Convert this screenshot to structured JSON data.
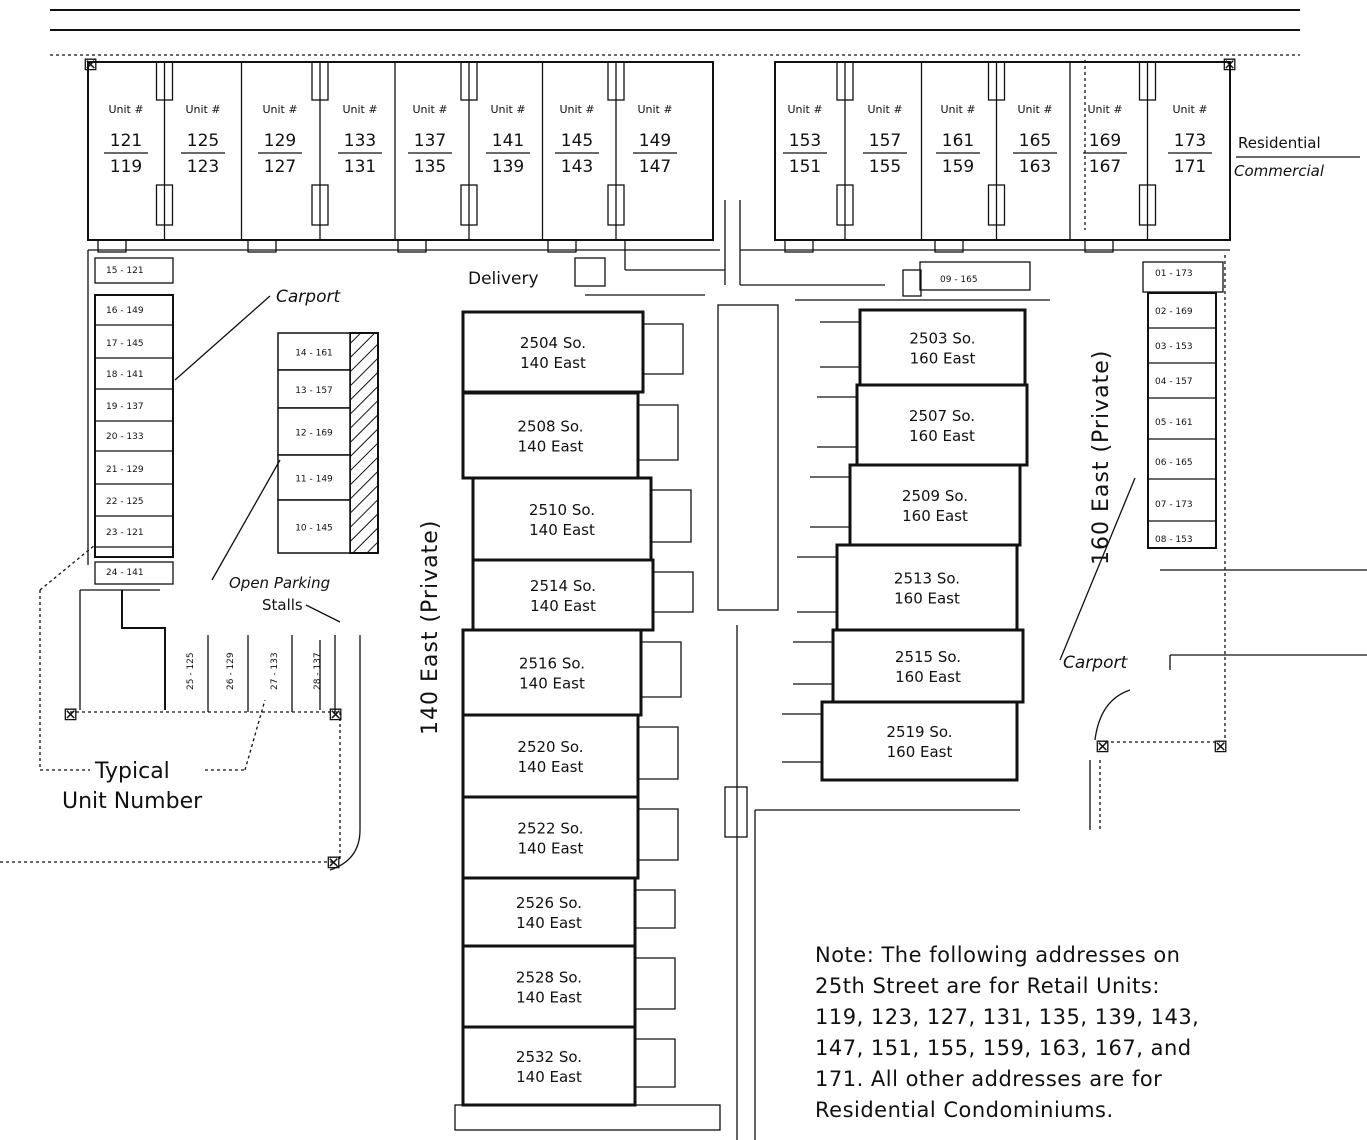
{
  "street_units": {
    "unit_label": "Unit #",
    "left_group": [
      {
        "top": "121",
        "bottom": "119"
      },
      {
        "top": "125",
        "bottom": "123"
      },
      {
        "top": "129",
        "bottom": "127"
      },
      {
        "top": "133",
        "bottom": "131"
      },
      {
        "top": "137",
        "bottom": "135"
      },
      {
        "top": "141",
        "bottom": "139"
      },
      {
        "top": "145",
        "bottom": "143"
      },
      {
        "top": "149",
        "bottom": "147"
      }
    ],
    "right_group": [
      {
        "top": "153",
        "bottom": "151"
      },
      {
        "top": "157",
        "bottom": "155"
      },
      {
        "top": "161",
        "bottom": "159"
      },
      {
        "top": "165",
        "bottom": "163"
      },
      {
        "top": "169",
        "bottom": "167"
      },
      {
        "top": "173",
        "bottom": "171"
      }
    ],
    "legend_top": "Residential",
    "legend_bottom": "Commercial"
  },
  "labels": {
    "delivery": "Delivery",
    "carport_left": "Carport",
    "carport_right": "Carport",
    "open_parking_line1": "Open Parking",
    "open_parking_line2": "Stalls",
    "typical_line1": "Typical",
    "typical_line2": "Unit Number",
    "street_140": "140 East (Private)",
    "street_160": "160 East (Private)"
  },
  "west_carport_stalls": [
    "15 - 121",
    "16 - 149",
    "17 - 145",
    "18 - 141",
    "19 - 137",
    "20 - 133",
    "21 - 129",
    "22 - 125",
    "23 - 121",
    "24 - 141"
  ],
  "open_stalls": [
    "14 - 161",
    "13 - 157",
    "12 - 169",
    "11 - 149",
    "10 - 145"
  ],
  "bottom_stalls": [
    "25 - 125",
    "26 - 129",
    "27 - 133",
    "28 - 137"
  ],
  "middle_stalls": [
    "09 - 165"
  ],
  "east_carport_stalls": [
    "01 - 173",
    "02 - 169",
    "03 - 153",
    "04 - 157",
    "05 - 161",
    "06 - 165",
    "07 - 173",
    "08 - 153"
  ],
  "west_buildings": [
    {
      "line1": "2504 So.",
      "line2": "140 East"
    },
    {
      "line1": "2508 So.",
      "line2": "140 East"
    },
    {
      "line1": "2510 So.",
      "line2": "140 East"
    },
    {
      "line1": "2514 So.",
      "line2": "140 East"
    },
    {
      "line1": "2516 So.",
      "line2": "140 East"
    },
    {
      "line1": "2520 So.",
      "line2": "140 East"
    },
    {
      "line1": "2522 So.",
      "line2": "140 East"
    },
    {
      "line1": "2526 So.",
      "line2": "140 East"
    },
    {
      "line1": "2528 So.",
      "line2": "140 East"
    },
    {
      "line1": "2532 So.",
      "line2": "140 East"
    }
  ],
  "east_buildings": [
    {
      "line1": "2503 So.",
      "line2": "160 East"
    },
    {
      "line1": "2507 So.",
      "line2": "160 East"
    },
    {
      "line1": "2509 So.",
      "line2": "160 East"
    },
    {
      "line1": "2513 So.",
      "line2": "160 East"
    },
    {
      "line1": "2515 So.",
      "line2": "160 East"
    },
    {
      "line1": "2519 So.",
      "line2": "160 East"
    }
  ],
  "note": {
    "line1": "Note:  The following addresses on",
    "line2": "25th  Street  are  for  Retail  Units:",
    "line3": "119,  123,  127,  131,  135,  139,  143,",
    "line4": "147,  151,  155,  159,  163,  167,  and",
    "line5": "171.   All other  addresses  are  for",
    "line6": "Residential  Condominiums."
  }
}
